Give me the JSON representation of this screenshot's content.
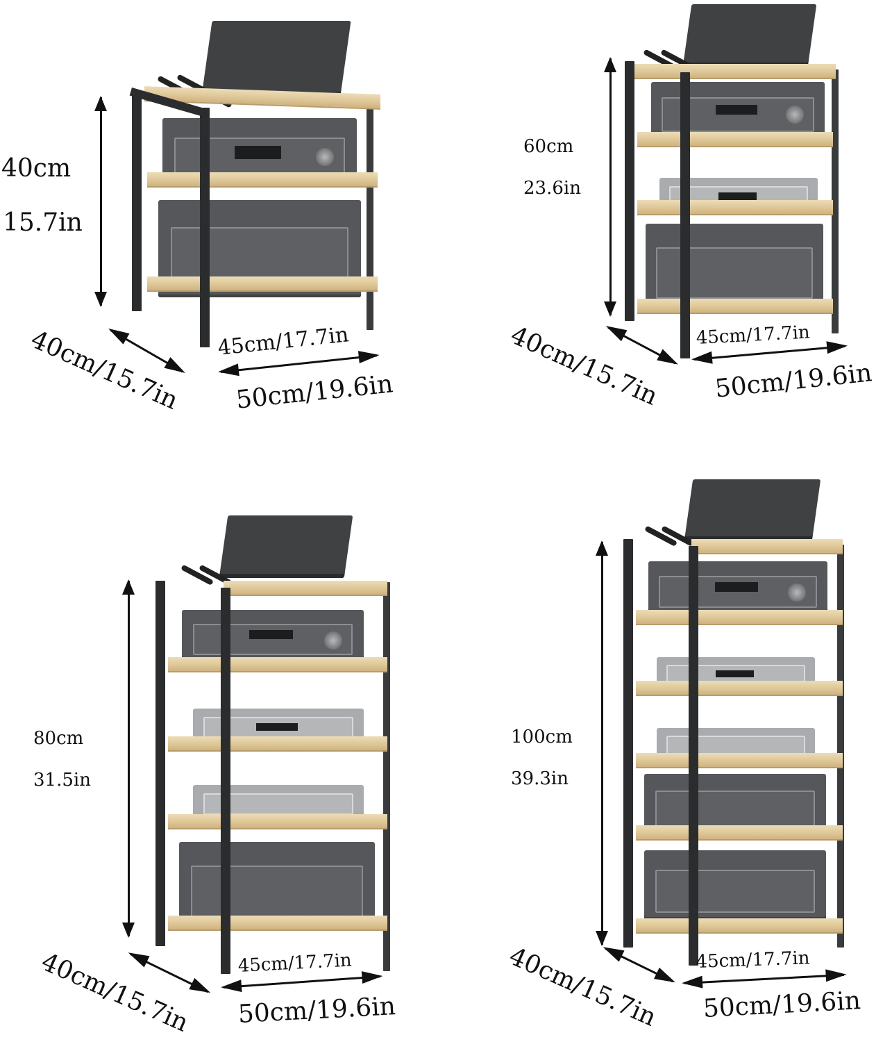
{
  "racks": [
    {
      "tiers": 3,
      "height": {
        "cm": "40cm",
        "in": "15.7in"
      },
      "depth": "40cm/15.7in",
      "inner_width": "45cm/17.7in",
      "outer_width": "50cm/19.6in"
    },
    {
      "tiers": 4,
      "height": {
        "cm": "60cm",
        "in": "23.6in"
      },
      "depth": "40cm/15.7in",
      "inner_width": "45cm/17.7in",
      "outer_width": "50cm/19.6in"
    },
    {
      "tiers": 5,
      "height": {
        "cm": "80cm",
        "in": "31.5in"
      },
      "depth": "40cm/15.7in",
      "inner_width": "45cm/17.7in",
      "outer_width": "50cm/19.6in"
    },
    {
      "tiers": 6,
      "height": {
        "cm": "100cm",
        "in": "39.3in"
      },
      "depth": "40cm/15.7in",
      "inner_width": "45cm/17.7in",
      "outer_width": "50cm/19.6in"
    }
  ],
  "colors": {
    "frame": "#2b2c2e",
    "shelf_wood": "#e0c99a",
    "equipment_dark": "#55575a",
    "equipment_silver": "#a9abae",
    "text": "#111111"
  }
}
